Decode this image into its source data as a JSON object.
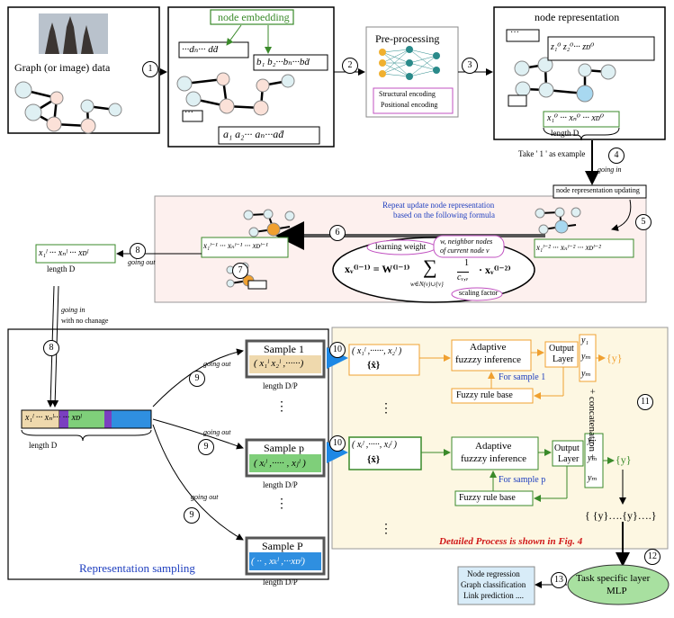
{
  "top_row": {
    "graph_data_label": "Graph (or image) data",
    "node_embedding_label": "node embedding",
    "emb_top": "···dₙ··· dḋ",
    "emb_mid": "b₁ b₂···bₙ···bḋ",
    "emb_bottom": "a₁ a₂··· aₙ···aḋ",
    "preprocessing_label": "Pre-processing",
    "structural_encoding": "Structural encoding",
    "positional_encoding": "Positional encoding",
    "node_representation_label": "node representation",
    "nr_vector_top": "z₁⁰ z₂⁰··· zᴅ⁰",
    "nr_vector_bottom": "x₁⁰ ··· xₙ⁰ ··· xᴅ⁰",
    "nr_length": "length  D",
    "dots": "···"
  },
  "steps": [
    "1",
    "2",
    "3",
    "4",
    "5",
    "6",
    "7",
    "8",
    "8",
    "9",
    "9",
    "9",
    "10",
    "10",
    "11",
    "12",
    "13"
  ],
  "middle": {
    "take_example": "Take ' 1 ' as example",
    "going_in": "going in",
    "update_box": "node representation updating",
    "repeat_text_1": "Repeat update node representation",
    "repeat_text_2": "based on the following formula",
    "learning_weight": "learning weight",
    "neighbor_note_1": "w, neighbor nodes",
    "neighbor_note_2": "of current node v",
    "scaling_factor": "scaling factor",
    "formula_lhs": "xᵥ⁽ˡ⁻¹⁾ = W⁽ˡ⁻¹⁾",
    "formula_sum": "∑",
    "formula_sub": "w∈N(v)∪{v}",
    "formula_frac_top": "1",
    "formula_frac_bot": "cᵥ,ᵥ",
    "formula_rhs": "· xᵥ⁽ˡ⁻²⁾",
    "vec_l1": "x₁ˡ⁻¹ ··· xₙˡ⁻¹ ··· xᴅˡ⁻¹",
    "vec_l2": "x₁ˡ⁻² ··· xₙˡ⁻² ··· xᴅˡ⁻²",
    "vec_out": "x₁ˡ  ···  xₙˡ ··· xᴅˡ",
    "length_d": "length  D",
    "going_out": "going out",
    "going_in_2": "going in",
    "no_change": "with no chanage"
  },
  "sampling": {
    "title": "Representation sampling",
    "bar_text": "x₁ˡ ···   xₙˡ···   ··· xᴅˡ",
    "bar_length": "length  D",
    "going_out": "going out",
    "sample1_title": "Sample 1",
    "sample1_vec": "( x₁ˡ  x₂ˡ ,······)",
    "samplep_title": "Sample p",
    "samplep_vec": "( xᵢˡ ,····· , xⱼˡ )",
    "sampleP_title": "Sample P",
    "sampleP_vec": "( ·· , xₖˡ ,···xᴅˡ)",
    "length_dp": "length D/P",
    "vdots": "⋮"
  },
  "fuzzy": {
    "vec1": "( x₁ˡ ,······, x₂ˡ )",
    "vecp": "( xᵢˡ ,·····, xⱼˡ )",
    "xhat": "{x̂}",
    "adaptive_1": "Adaptive",
    "adaptive_2": "fuzzzy inference",
    "output_layer_1": "Output",
    "output_layer_2": "Layer",
    "for_sample_1": "For sample 1",
    "for_sample_p": "For sample p",
    "rule_base": "Fuzzy rule base",
    "y1": "y₁",
    "ym": "yₘ",
    "yM": "yₘ",
    "y_set": "{y}",
    "concat": "+ concatenation +",
    "y_all": "{ {y}….{y}….}",
    "detailed": "Detailed Process  is shown in Fig. 4",
    "vdots": "⋮"
  },
  "tasks": {
    "mlp_1": "Task specific layer",
    "mlp_2": "MLP",
    "list_1": "Node regression",
    "list_2": "Graph classification",
    "list_3": "Link prediction ...."
  },
  "colors": {
    "pink_bg": "#fdf0ee",
    "yellow_bg": "#fdf7e2",
    "orange": "#f0a030",
    "green": "#3a8a2a",
    "blue_text": "#1f3fbf",
    "red_text": "#d01818",
    "node_fill": "#dff0f3",
    "mlp_fill": "#a8e0a0",
    "tasks_fill": "#d8ecf8",
    "sample1_fill": "#efd9ad",
    "samplep_fill": "#7fcf7a",
    "sampleP_fill": "#2f8fe0"
  }
}
